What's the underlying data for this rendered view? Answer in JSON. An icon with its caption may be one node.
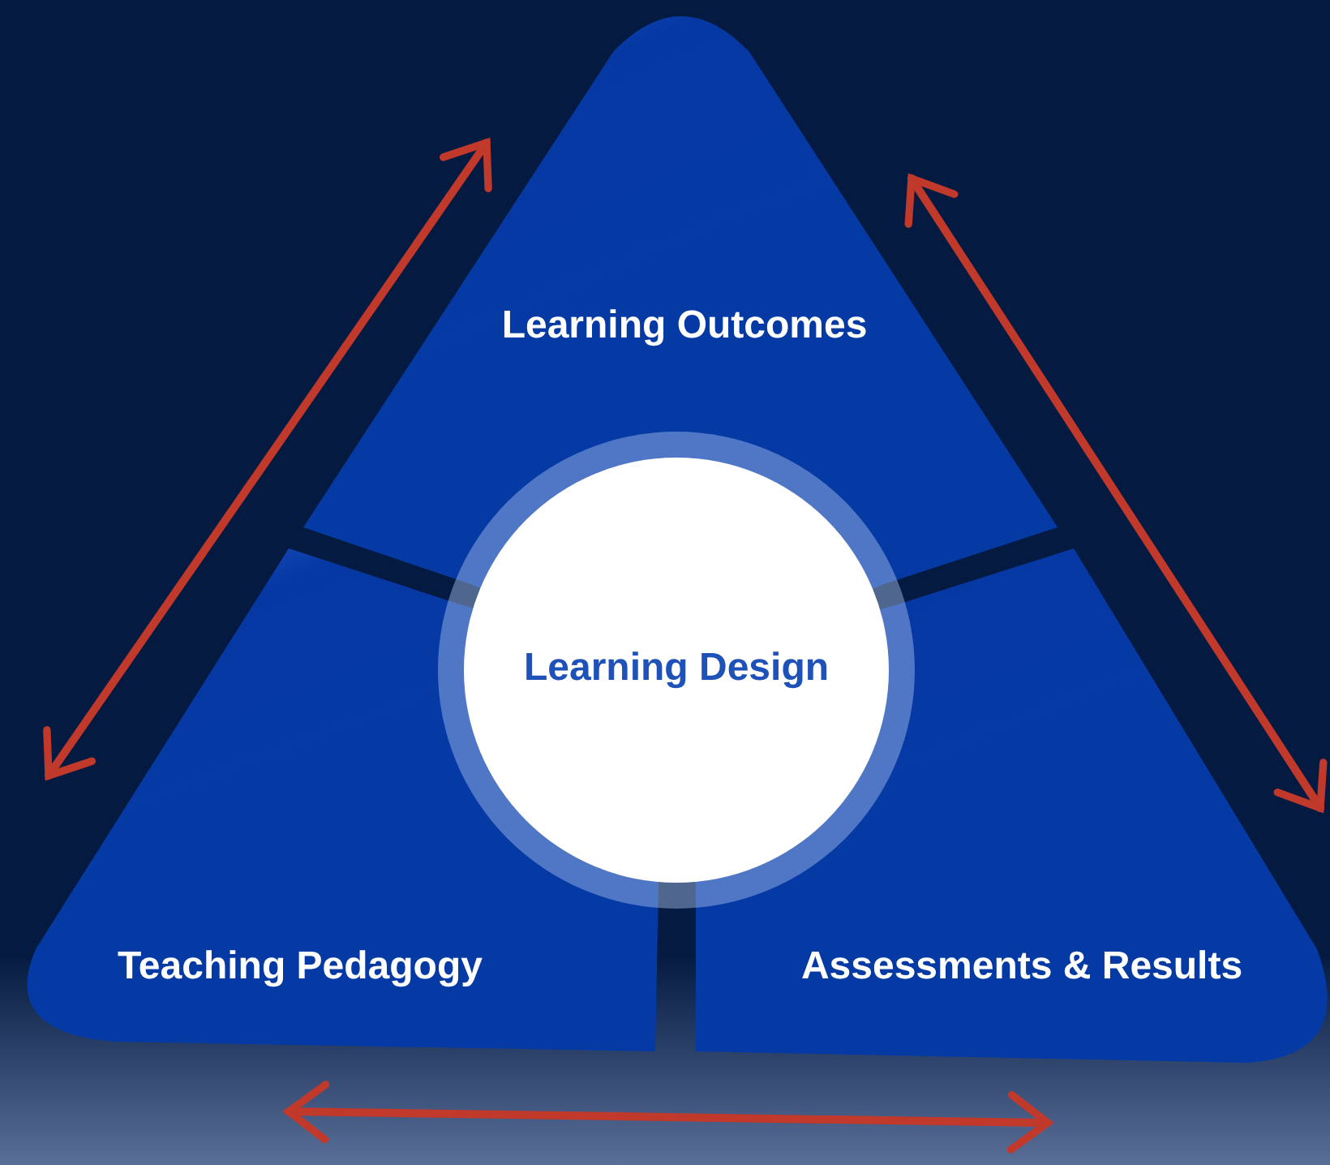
{
  "diagram": {
    "nodes": [
      {
        "text": [
          "Learning Outcomes"
        ]
      },
      {
        "text": [
          "Learning Design"
        ]
      },
      {
        "text": [
          "Teaching Pedagogy"
        ]
      },
      {
        "text": [
          "Assessments & Results"
        ]
      }
    ],
    "edges": [
      {
        "from": 0,
        "to": 2,
        "arrow": "both"
      },
      {
        "from": 0,
        "to": 3,
        "arrow": "both"
      },
      {
        "from": 2,
        "to": 3,
        "arrow": "both"
      }
    ]
  }
}
